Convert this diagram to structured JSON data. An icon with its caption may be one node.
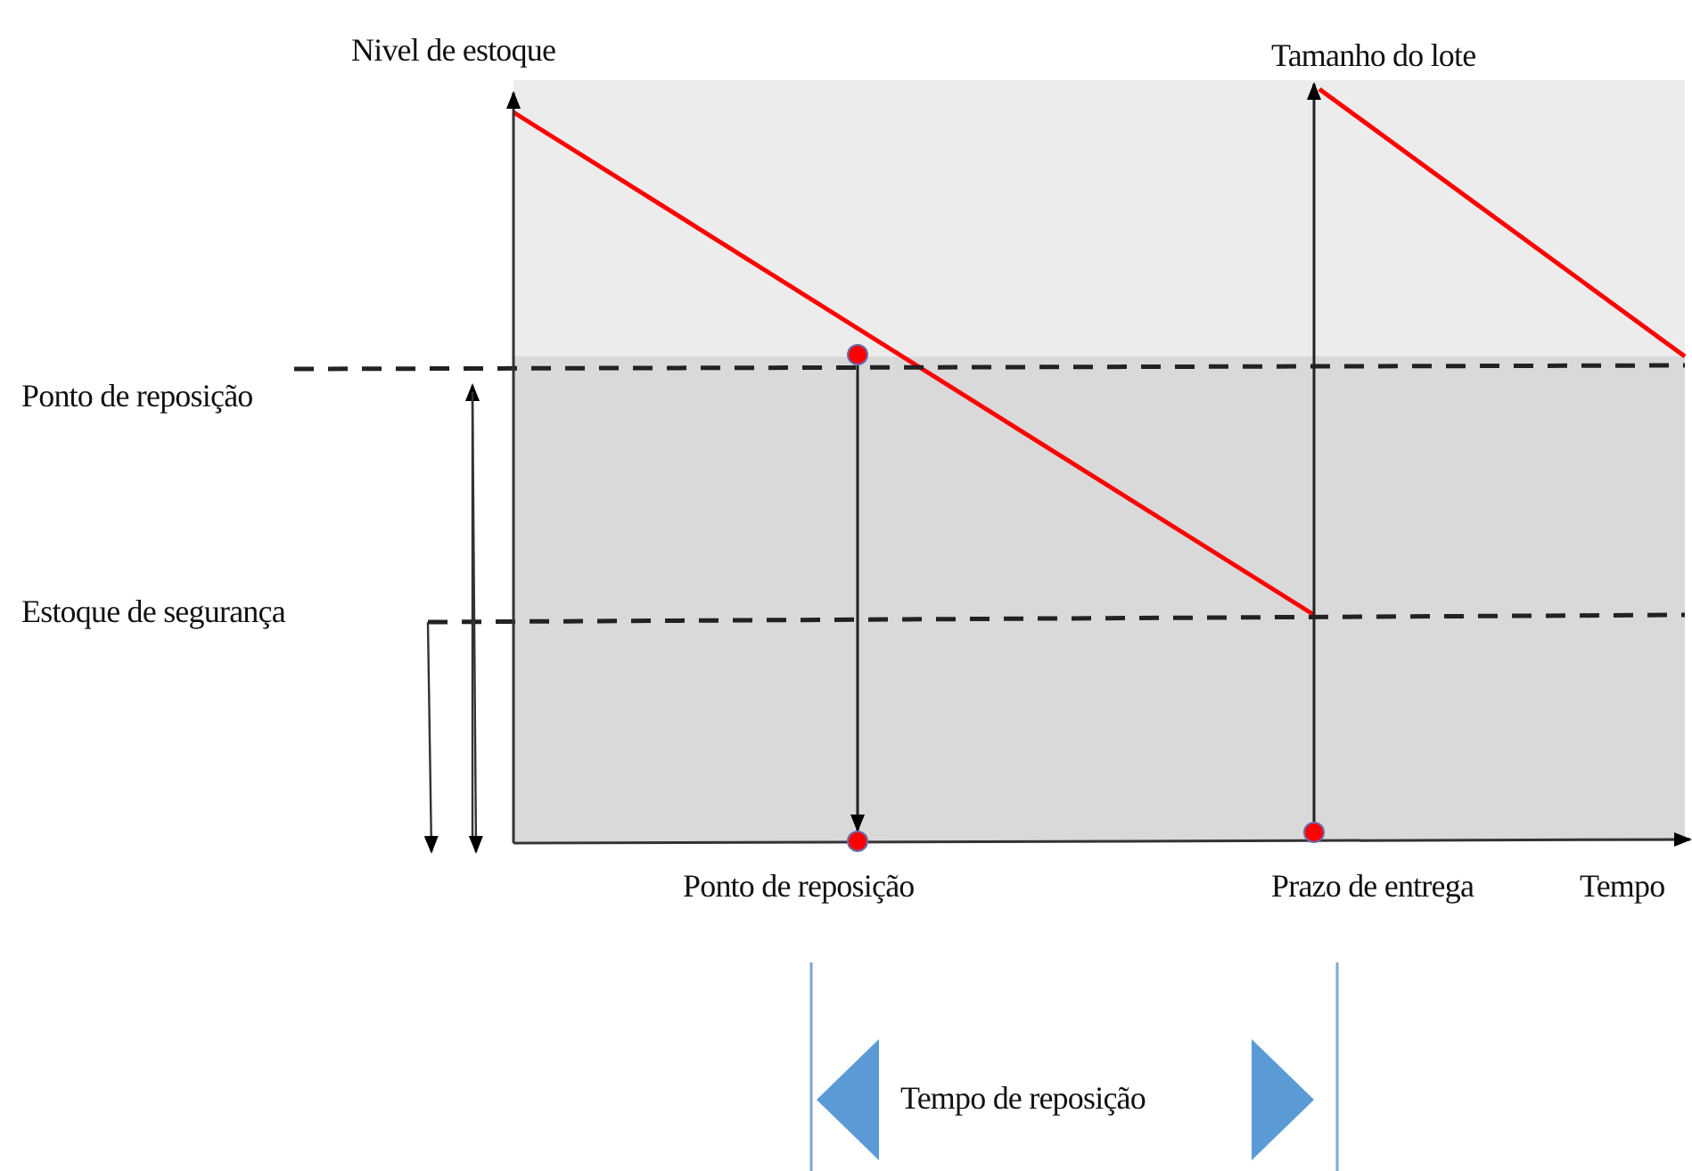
{
  "diagram": {
    "nodes": [
      {
        "text": [],
        "shape": "circle"
      },
      {
        "text": [],
        "shape": "circle"
      },
      {
        "text": [],
        "shape": "circle"
      },
      {
        "text": [
          "Tamanho do lote"
        ]
      }
    ],
    "edges": [
      {
        "from": 0,
        "to": 1,
        "arrow": "to"
      },
      {
        "from": 2,
        "to": 3,
        "arrow": "to"
      }
    ],
    "labels": [
      "Nivel de estoque",
      "Ponto de reposição",
      "Estoque de segurança",
      "Ponto de reposição",
      "Prazo de entrega",
      "Tempo",
      "Tempo de reposição"
    ]
  }
}
